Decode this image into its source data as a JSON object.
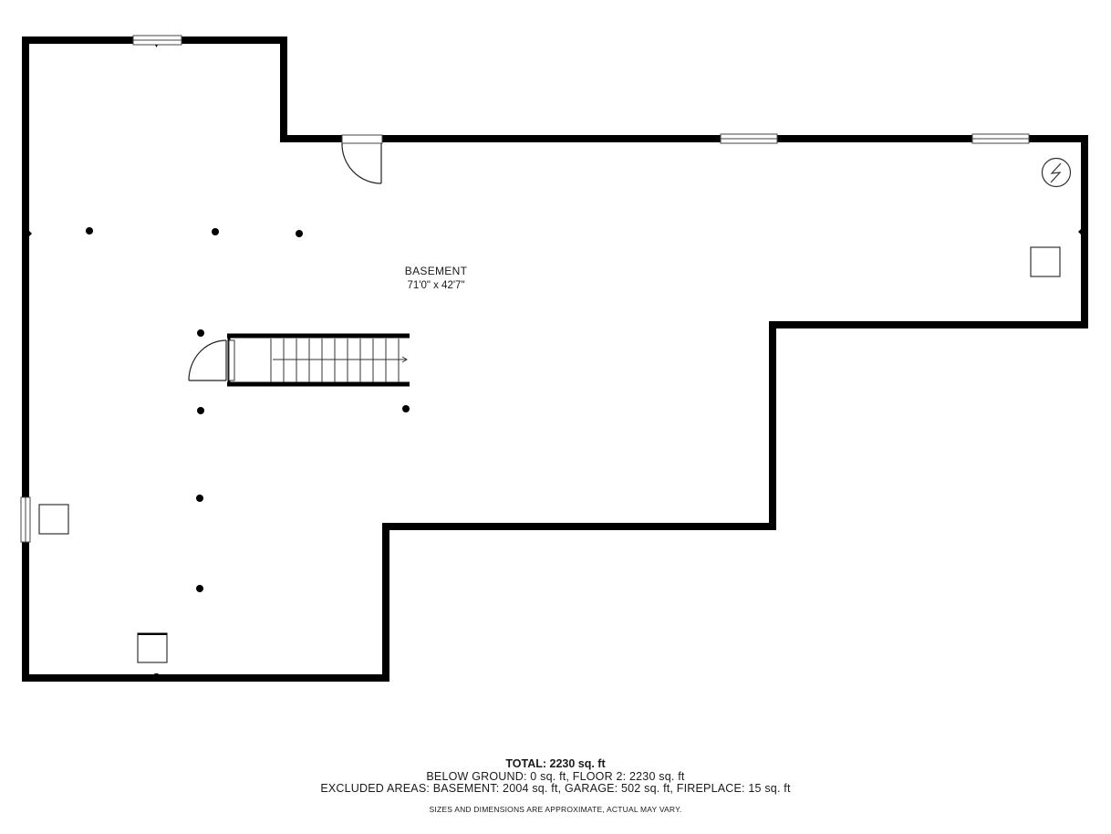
{
  "room": {
    "name": "BASEMENT",
    "dimensions": "71'0\" x 42'7\""
  },
  "summary": {
    "total": "TOTAL: 2230 sq. ft",
    "below_ground": "BELOW GROUND: 0 sq. ft, FLOOR 2: 2230 sq. ft",
    "excluded": "EXCLUDED AREAS: BASEMENT: 2004 sq. ft, GARAGE: 502 sq. ft, FIREPLACE: 15 sq. ft",
    "disclaimer": "SIZES AND DIMENSIONS ARE APPROXIMATE, ACTUAL MAY VARY."
  },
  "colors": {
    "wall": "#000000",
    "background": "#ffffff",
    "line": "#222222"
  }
}
